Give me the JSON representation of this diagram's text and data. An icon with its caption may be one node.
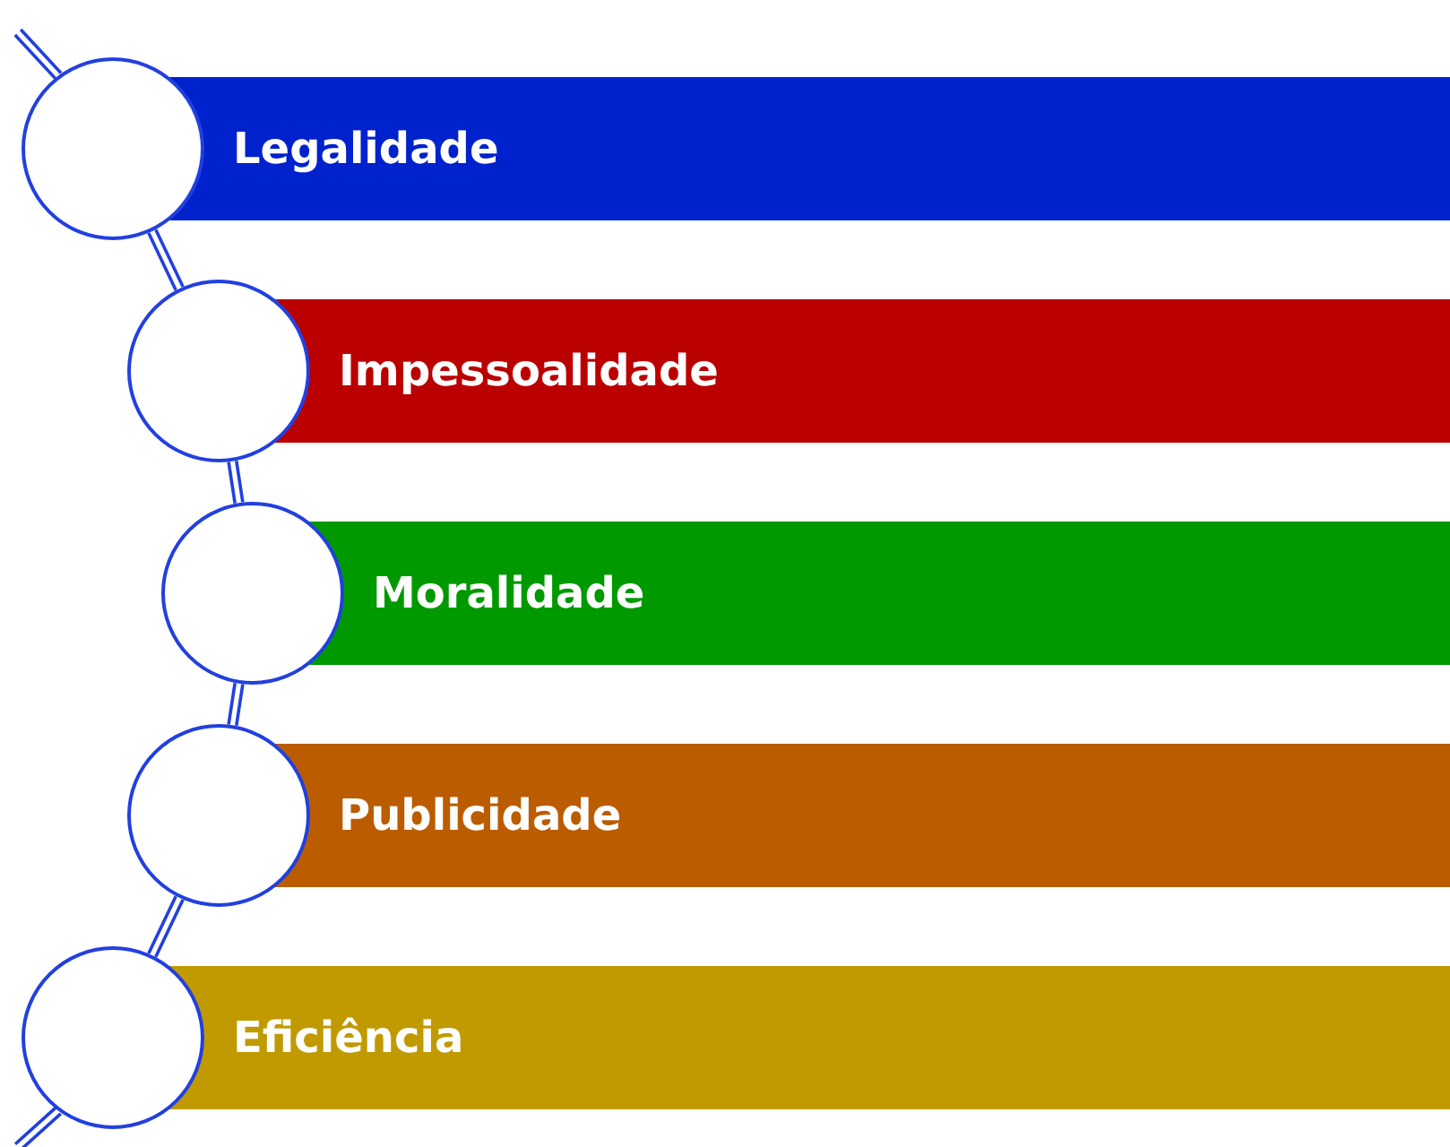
{
  "diagram": {
    "nodes": [
      {
        "text": [],
        "shape": "circle"
      },
      {
        "text": [
          "Legalidade"
        ]
      },
      {
        "text": [],
        "shape": "circle"
      },
      {
        "text": [
          "Impessoalidade"
        ]
      },
      {
        "text": [],
        "shape": "circle"
      },
      {
        "text": [
          "Moralidade"
        ]
      },
      {
        "text": [],
        "shape": "circle"
      },
      {
        "text": [
          "Publicidade"
        ]
      },
      {
        "text": [],
        "shape": "circle"
      },
      {
        "text": [
          "Eficiência"
        ]
      }
    ],
    "edges": [
      {
        "from": 0,
        "to": 2,
        "arrow": "none"
      },
      {
        "from": 2,
        "to": 4,
        "arrow": "none"
      },
      {
        "from": 4,
        "to": 6,
        "arrow": "none"
      },
      {
        "from": 6,
        "to": 8,
        "arrow": "none"
      }
    ]
  }
}
